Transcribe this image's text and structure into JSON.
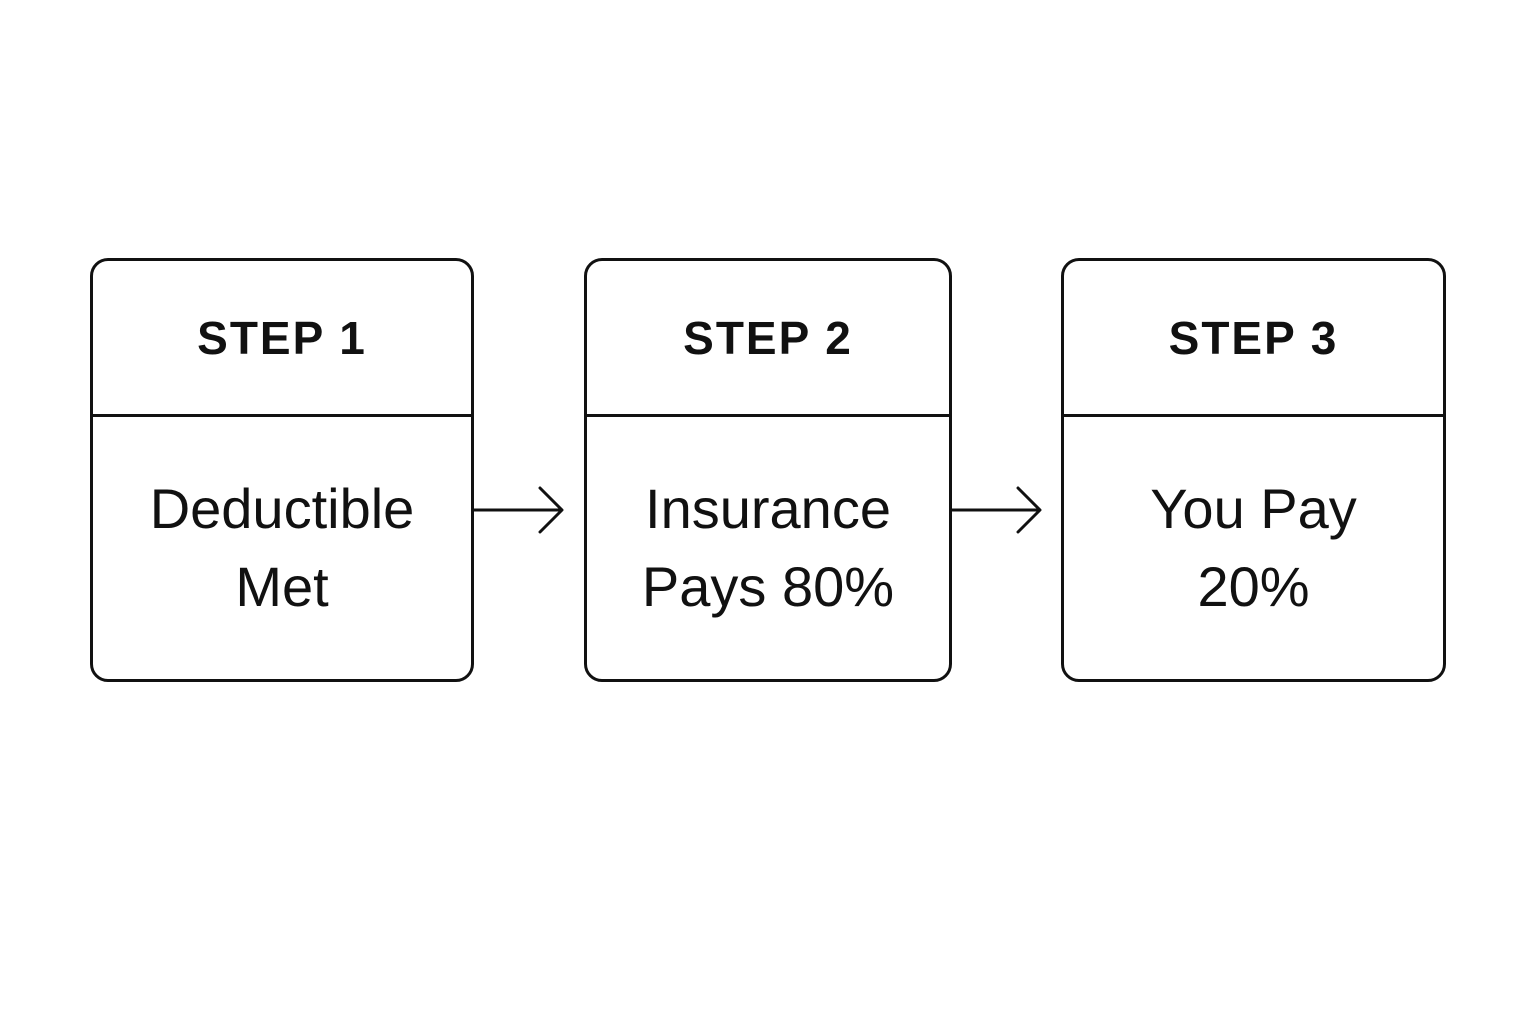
{
  "steps": [
    {
      "header": "STEP 1",
      "body": "Deductible Met"
    },
    {
      "header": "STEP 2",
      "body": "Insurance Pays 80%"
    },
    {
      "header": "STEP 3",
      "body": "You Pay 20%"
    }
  ],
  "colors": {
    "stroke": "#111111",
    "background": "#ffffff"
  },
  "icons": [
    "arrow-right-icon"
  ]
}
